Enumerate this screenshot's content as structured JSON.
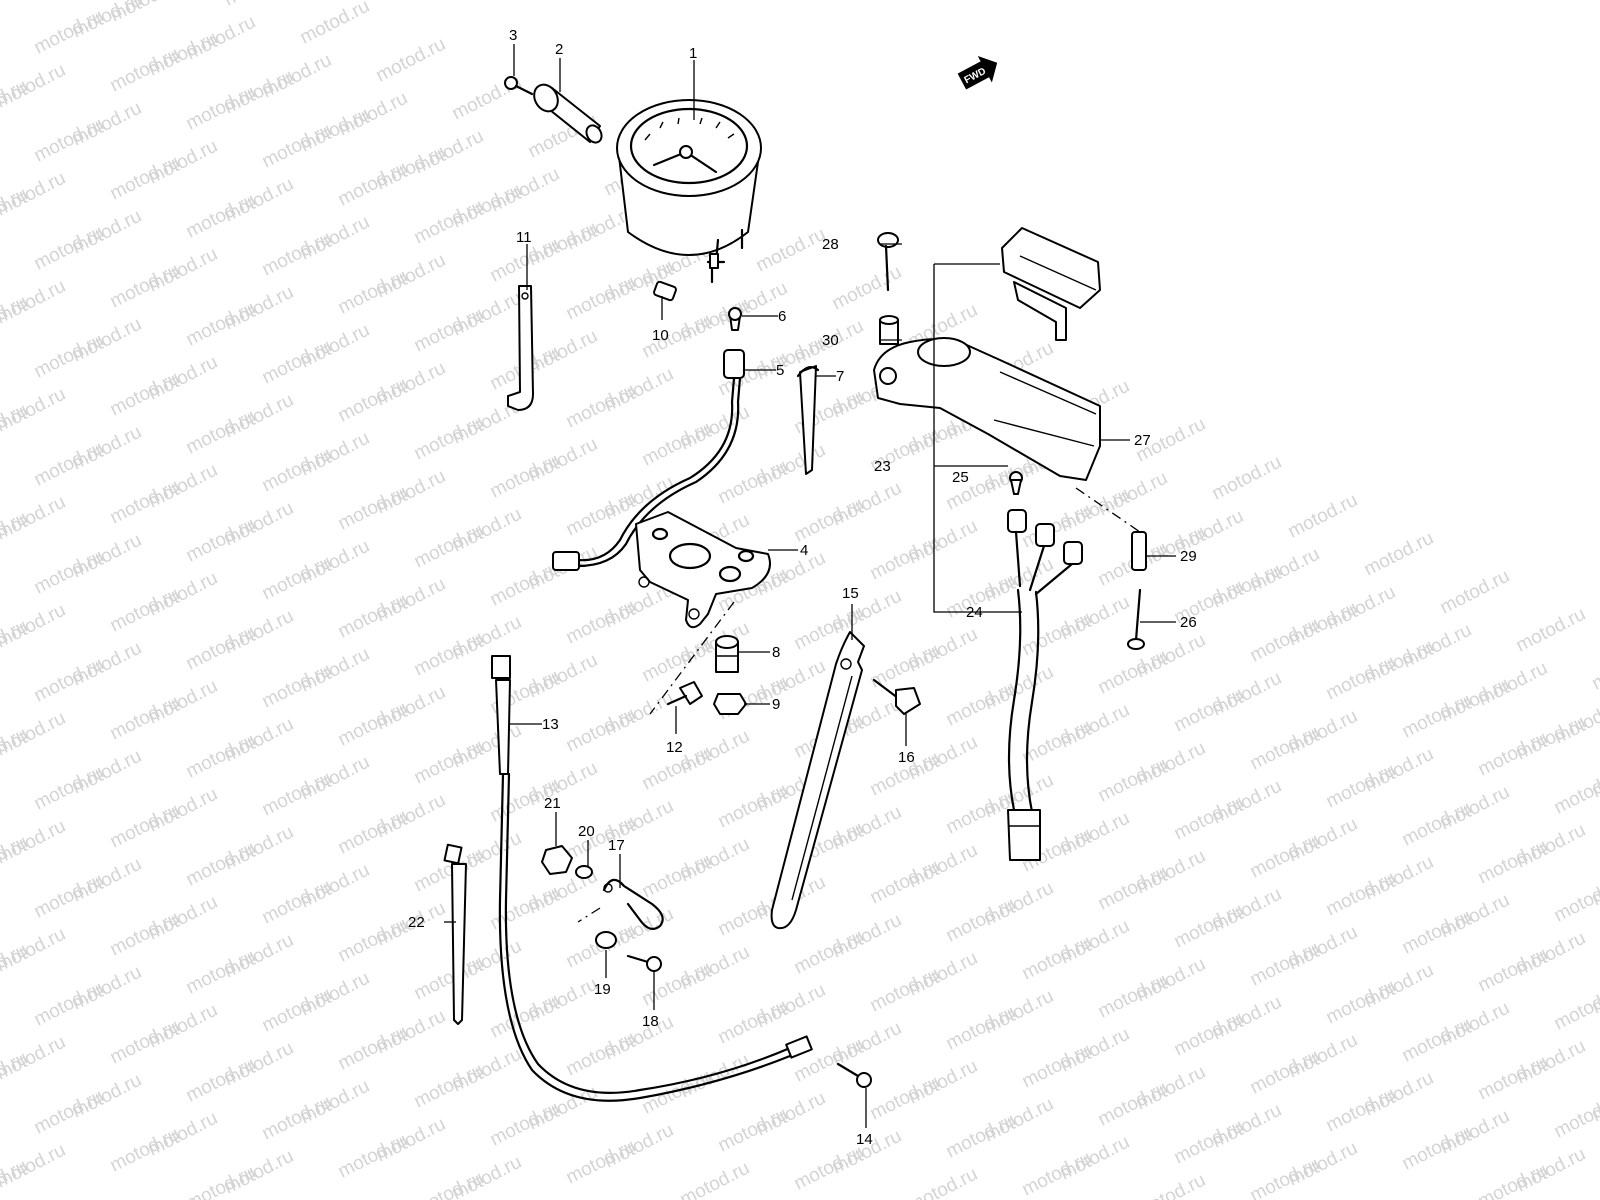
{
  "watermark": "motod.ru",
  "fwd_label": "FWD",
  "callouts": {
    "c1": "1",
    "c2": "2",
    "c3": "3",
    "c4": "4",
    "c5": "5",
    "c6": "6",
    "c7": "7",
    "c8": "8",
    "c9": "9",
    "c10": "10",
    "c11": "11",
    "c12": "12",
    "c13": "13",
    "c14": "14",
    "c15": "15",
    "c16": "16",
    "c17": "17",
    "c18": "18",
    "c19": "19",
    "c20": "20",
    "c21": "21",
    "c22": "22",
    "c23": "23",
    "c24": "24",
    "c25": "25",
    "c26": "26",
    "c27": "27",
    "c28": "28",
    "c29": "29",
    "c30": "30"
  }
}
